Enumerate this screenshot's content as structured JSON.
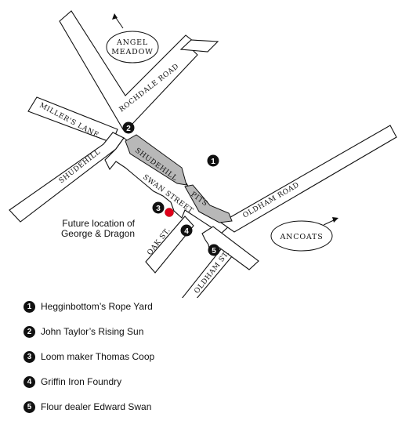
{
  "streets": {
    "rochdale_road": "ROCHDALE ROAD",
    "millers_lane": "MILLER'S LANE",
    "shudehill_west": "SHUDEHILL",
    "shudehill_block": "SHUDEHILL",
    "swan_street": "SWAN STREET",
    "pits": "PITS",
    "oldham_road": "OLDHAM ROAD",
    "oak_st": "OAK ST.",
    "oldham_st": "OLDHAM ST."
  },
  "areas": {
    "angel_meadow_line1": "ANGEL",
    "angel_meadow_line2": "MEADOW",
    "ancoats": "ANCOATS"
  },
  "annotation": {
    "line1": "Future location of",
    "line2": "George & Dragon"
  },
  "highlight_color": "#e0001b",
  "markers": [
    {
      "number": "1"
    },
    {
      "number": "2"
    },
    {
      "number": "3"
    },
    {
      "number": "4"
    },
    {
      "number": "5"
    }
  ],
  "legend": [
    {
      "number": "1",
      "label": "Hegginbottom’s Rope Yard"
    },
    {
      "number": "2",
      "label": "John Taylor’s Rising Sun"
    },
    {
      "number": "3",
      "label": "Loom maker Thomas Coop"
    },
    {
      "number": "4",
      "label": "Griffin Iron Foundry"
    },
    {
      "number": "5",
      "label": "Flour dealer Edward Swan"
    }
  ]
}
